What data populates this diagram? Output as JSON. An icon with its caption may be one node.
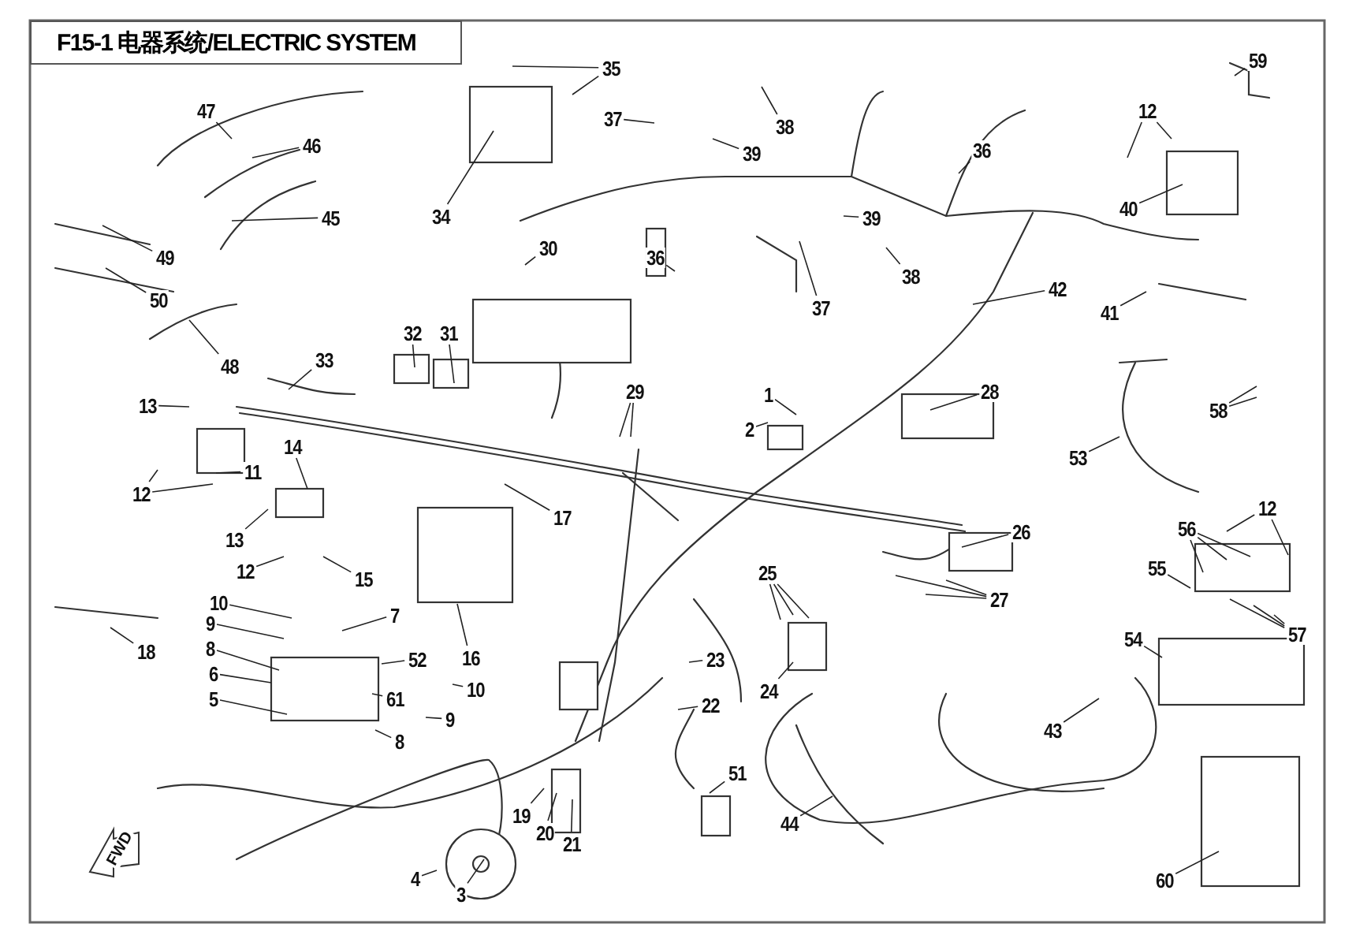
{
  "diagram": {
    "title": "F15-1 电器系统/ELECTRIC SYSTEM",
    "nodes": [
      {
        "text": [
          "35"
        ]
      },
      {
        "text": [
          "59"
        ]
      },
      {
        "text": [
          "47"
        ]
      },
      {
        "text": [
          "12"
        ]
      },
      {
        "text": [
          "37"
        ]
      },
      {
        "text": [
          "38"
        ]
      },
      {
        "text": [
          "46"
        ]
      },
      {
        "text": [
          "39"
        ]
      },
      {
        "text": [
          "36"
        ]
      },
      {
        "text": [
          "40"
        ]
      },
      {
        "text": [
          "34"
        ]
      },
      {
        "text": [
          "45"
        ]
      },
      {
        "text": [
          "39"
        ]
      },
      {
        "text": [
          "30"
        ]
      },
      {
        "text": [
          "36"
        ]
      },
      {
        "text": [
          "49"
        ]
      },
      {
        "text": [
          "38"
        ]
      },
      {
        "text": [
          "42"
        ]
      },
      {
        "text": [
          "50"
        ]
      },
      {
        "text": [
          "37"
        ]
      },
      {
        "text": [
          "41"
        ]
      },
      {
        "text": [
          "32"
        ]
      },
      {
        "text": [
          "31"
        ]
      },
      {
        "text": [
          "33"
        ]
      },
      {
        "text": [
          "48"
        ]
      },
      {
        "text": [
          "29"
        ]
      },
      {
        "text": [
          "1"
        ]
      },
      {
        "text": [
          "28"
        ]
      },
      {
        "text": [
          "13"
        ]
      },
      {
        "text": [
          "58"
        ]
      },
      {
        "text": [
          "2"
        ]
      },
      {
        "text": [
          "14"
        ]
      },
      {
        "text": [
          "53"
        ]
      },
      {
        "text": [
          "11"
        ]
      },
      {
        "text": [
          "12"
        ]
      },
      {
        "text": [
          "12"
        ]
      },
      {
        "text": [
          "17"
        ]
      },
      {
        "text": [
          "26"
        ]
      },
      {
        "text": [
          "56"
        ]
      },
      {
        "text": [
          "13"
        ]
      },
      {
        "text": [
          "55"
        ]
      },
      {
        "text": [
          "12"
        ]
      },
      {
        "text": [
          "15"
        ]
      },
      {
        "text": [
          "25"
        ]
      },
      {
        "text": [
          "27"
        ]
      },
      {
        "text": [
          "10"
        ]
      },
      {
        "text": [
          "7"
        ]
      },
      {
        "text": [
          "9"
        ]
      },
      {
        "text": [
          "57"
        ]
      },
      {
        "text": [
          "54"
        ]
      },
      {
        "text": [
          "8"
        ]
      },
      {
        "text": [
          "18"
        ]
      },
      {
        "text": [
          "16"
        ]
      },
      {
        "text": [
          "23"
        ]
      },
      {
        "text": [
          "52"
        ]
      },
      {
        "text": [
          "6"
        ]
      },
      {
        "text": [
          "10"
        ]
      },
      {
        "text": [
          "24"
        ]
      },
      {
        "text": [
          "5"
        ]
      },
      {
        "text": [
          "61"
        ]
      },
      {
        "text": [
          "22"
        ]
      },
      {
        "text": [
          "9"
        ]
      },
      {
        "text": [
          "43"
        ]
      },
      {
        "text": [
          "8"
        ]
      },
      {
        "text": [
          "51"
        ]
      },
      {
        "text": [
          "19"
        ]
      },
      {
        "text": [
          "44"
        ]
      },
      {
        "text": [
          "20"
        ]
      },
      {
        "text": [
          "21"
        ]
      },
      {
        "text": [
          "4"
        ]
      },
      {
        "text": [
          "60"
        ]
      },
      {
        "text": [
          "3"
        ]
      }
    ],
    "edges": [
      {
        "from": 0,
        "to": null,
        "arrow": "none"
      },
      {
        "from": 0,
        "to": null,
        "arrow": "none"
      },
      {
        "from": 1,
        "to": null,
        "arrow": "none"
      },
      {
        "from": 2,
        "to": null,
        "arrow": "none"
      },
      {
        "from": 3,
        "to": null,
        "arrow": "none"
      },
      {
        "from": 3,
        "to": null,
        "arrow": "none"
      },
      {
        "from": 4,
        "to": null,
        "arrow": "none"
      },
      {
        "from": 5,
        "to": null,
        "arrow": "none"
      },
      {
        "from": 6,
        "to": null,
        "arrow": "none"
      },
      {
        "from": 7,
        "to": null,
        "arrow": "none"
      },
      {
        "from": 8,
        "to": null,
        "arrow": "none"
      },
      {
        "from": 9,
        "to": null,
        "arrow": "none"
      },
      {
        "from": 10,
        "to": null,
        "arrow": "none"
      },
      {
        "from": 11,
        "to": null,
        "arrow": "none"
      },
      {
        "from": 12,
        "to": null,
        "arrow": "none"
      },
      {
        "from": 13,
        "to": null,
        "arrow": "none"
      },
      {
        "from": 14,
        "to": null,
        "arrow": "none"
      },
      {
        "from": 15,
        "to": null,
        "arrow": "none"
      },
      {
        "from": 16,
        "to": null,
        "arrow": "none"
      },
      {
        "from": 17,
        "to": null,
        "arrow": "none"
      },
      {
        "from": 18,
        "to": null,
        "arrow": "none"
      },
      {
        "from": 19,
        "to": null,
        "arrow": "none"
      },
      {
        "from": 20,
        "to": null,
        "arrow": "none"
      },
      {
        "from": 21,
        "to": null,
        "arrow": "none"
      },
      {
        "from": 22,
        "to": null,
        "arrow": "none"
      },
      {
        "from": 23,
        "to": null,
        "arrow": "none"
      },
      {
        "from": 24,
        "to": null,
        "arrow": "none"
      },
      {
        "from": 25,
        "to": null,
        "arrow": "none"
      },
      {
        "from": 25,
        "to": null,
        "arrow": "none"
      },
      {
        "from": 26,
        "to": null,
        "arrow": "none"
      },
      {
        "from": 27,
        "to": null,
        "arrow": "none"
      },
      {
        "from": 28,
        "to": null,
        "arrow": "none"
      },
      {
        "from": 29,
        "to": null,
        "arrow": "none"
      },
      {
        "from": 29,
        "to": null,
        "arrow": "none"
      },
      {
        "from": 30,
        "to": null,
        "arrow": "none"
      },
      {
        "from": 31,
        "to": null,
        "arrow": "none"
      },
      {
        "from": 32,
        "to": null,
        "arrow": "none"
      },
      {
        "from": 33,
        "to": null,
        "arrow": "none"
      },
      {
        "from": 34,
        "to": null,
        "arrow": "none"
      },
      {
        "from": 34,
        "to": null,
        "arrow": "none"
      },
      {
        "from": 35,
        "to": null,
        "arrow": "none"
      },
      {
        "from": 35,
        "to": null,
        "arrow": "none"
      },
      {
        "from": 36,
        "to": null,
        "arrow": "none"
      },
      {
        "from": 37,
        "to": null,
        "arrow": "none"
      },
      {
        "from": 38,
        "to": null,
        "arrow": "none"
      },
      {
        "from": 38,
        "to": null,
        "arrow": "none"
      },
      {
        "from": 38,
        "to": null,
        "arrow": "none"
      },
      {
        "from": 39,
        "to": null,
        "arrow": "none"
      },
      {
        "from": 40,
        "to": null,
        "arrow": "none"
      },
      {
        "from": 41,
        "to": null,
        "arrow": "none"
      },
      {
        "from": 42,
        "to": null,
        "arrow": "none"
      },
      {
        "from": 43,
        "to": null,
        "arrow": "none"
      },
      {
        "from": 43,
        "to": null,
        "arrow": "none"
      },
      {
        "from": 43,
        "to": null,
        "arrow": "none"
      },
      {
        "from": 44,
        "to": null,
        "arrow": "none"
      },
      {
        "from": 44,
        "to": null,
        "arrow": "none"
      },
      {
        "from": 44,
        "to": null,
        "arrow": "none"
      },
      {
        "from": 45,
        "to": null,
        "arrow": "none"
      },
      {
        "from": 46,
        "to": null,
        "arrow": "none"
      },
      {
        "from": 47,
        "to": null,
        "arrow": "none"
      },
      {
        "from": 48,
        "to": null,
        "arrow": "none"
      },
      {
        "from": 48,
        "to": null,
        "arrow": "none"
      },
      {
        "from": 48,
        "to": null,
        "arrow": "none"
      },
      {
        "from": 49,
        "to": null,
        "arrow": "none"
      },
      {
        "from": 50,
        "to": null,
        "arrow": "none"
      },
      {
        "from": 51,
        "to": null,
        "arrow": "none"
      },
      {
        "from": 52,
        "to": null,
        "arrow": "none"
      },
      {
        "from": 53,
        "to": null,
        "arrow": "none"
      },
      {
        "from": 54,
        "to": null,
        "arrow": "none"
      },
      {
        "from": 55,
        "to": null,
        "arrow": "none"
      },
      {
        "from": 56,
        "to": null,
        "arrow": "none"
      },
      {
        "from": 57,
        "to": null,
        "arrow": "none"
      },
      {
        "from": 58,
        "to": null,
        "arrow": "none"
      },
      {
        "from": 59,
        "to": null,
        "arrow": "none"
      },
      {
        "from": 60,
        "to": null,
        "arrow": "none"
      },
      {
        "from": 61,
        "to": null,
        "arrow": "none"
      },
      {
        "from": 62,
        "to": null,
        "arrow": "none"
      },
      {
        "from": 63,
        "to": null,
        "arrow": "none"
      },
      {
        "from": 64,
        "to": null,
        "arrow": "none"
      },
      {
        "from": 65,
        "to": null,
        "arrow": "none"
      },
      {
        "from": 66,
        "to": null,
        "arrow": "none"
      },
      {
        "from": 67,
        "to": null,
        "arrow": "none"
      },
      {
        "from": 68,
        "to": null,
        "arrow": "none"
      },
      {
        "from": 69,
        "to": null,
        "arrow": "none"
      },
      {
        "from": 70,
        "to": null,
        "arrow": "none"
      },
      {
        "from": 71,
        "to": null,
        "arrow": "none"
      }
    ],
    "labels": [
      "FWD"
    ]
  }
}
